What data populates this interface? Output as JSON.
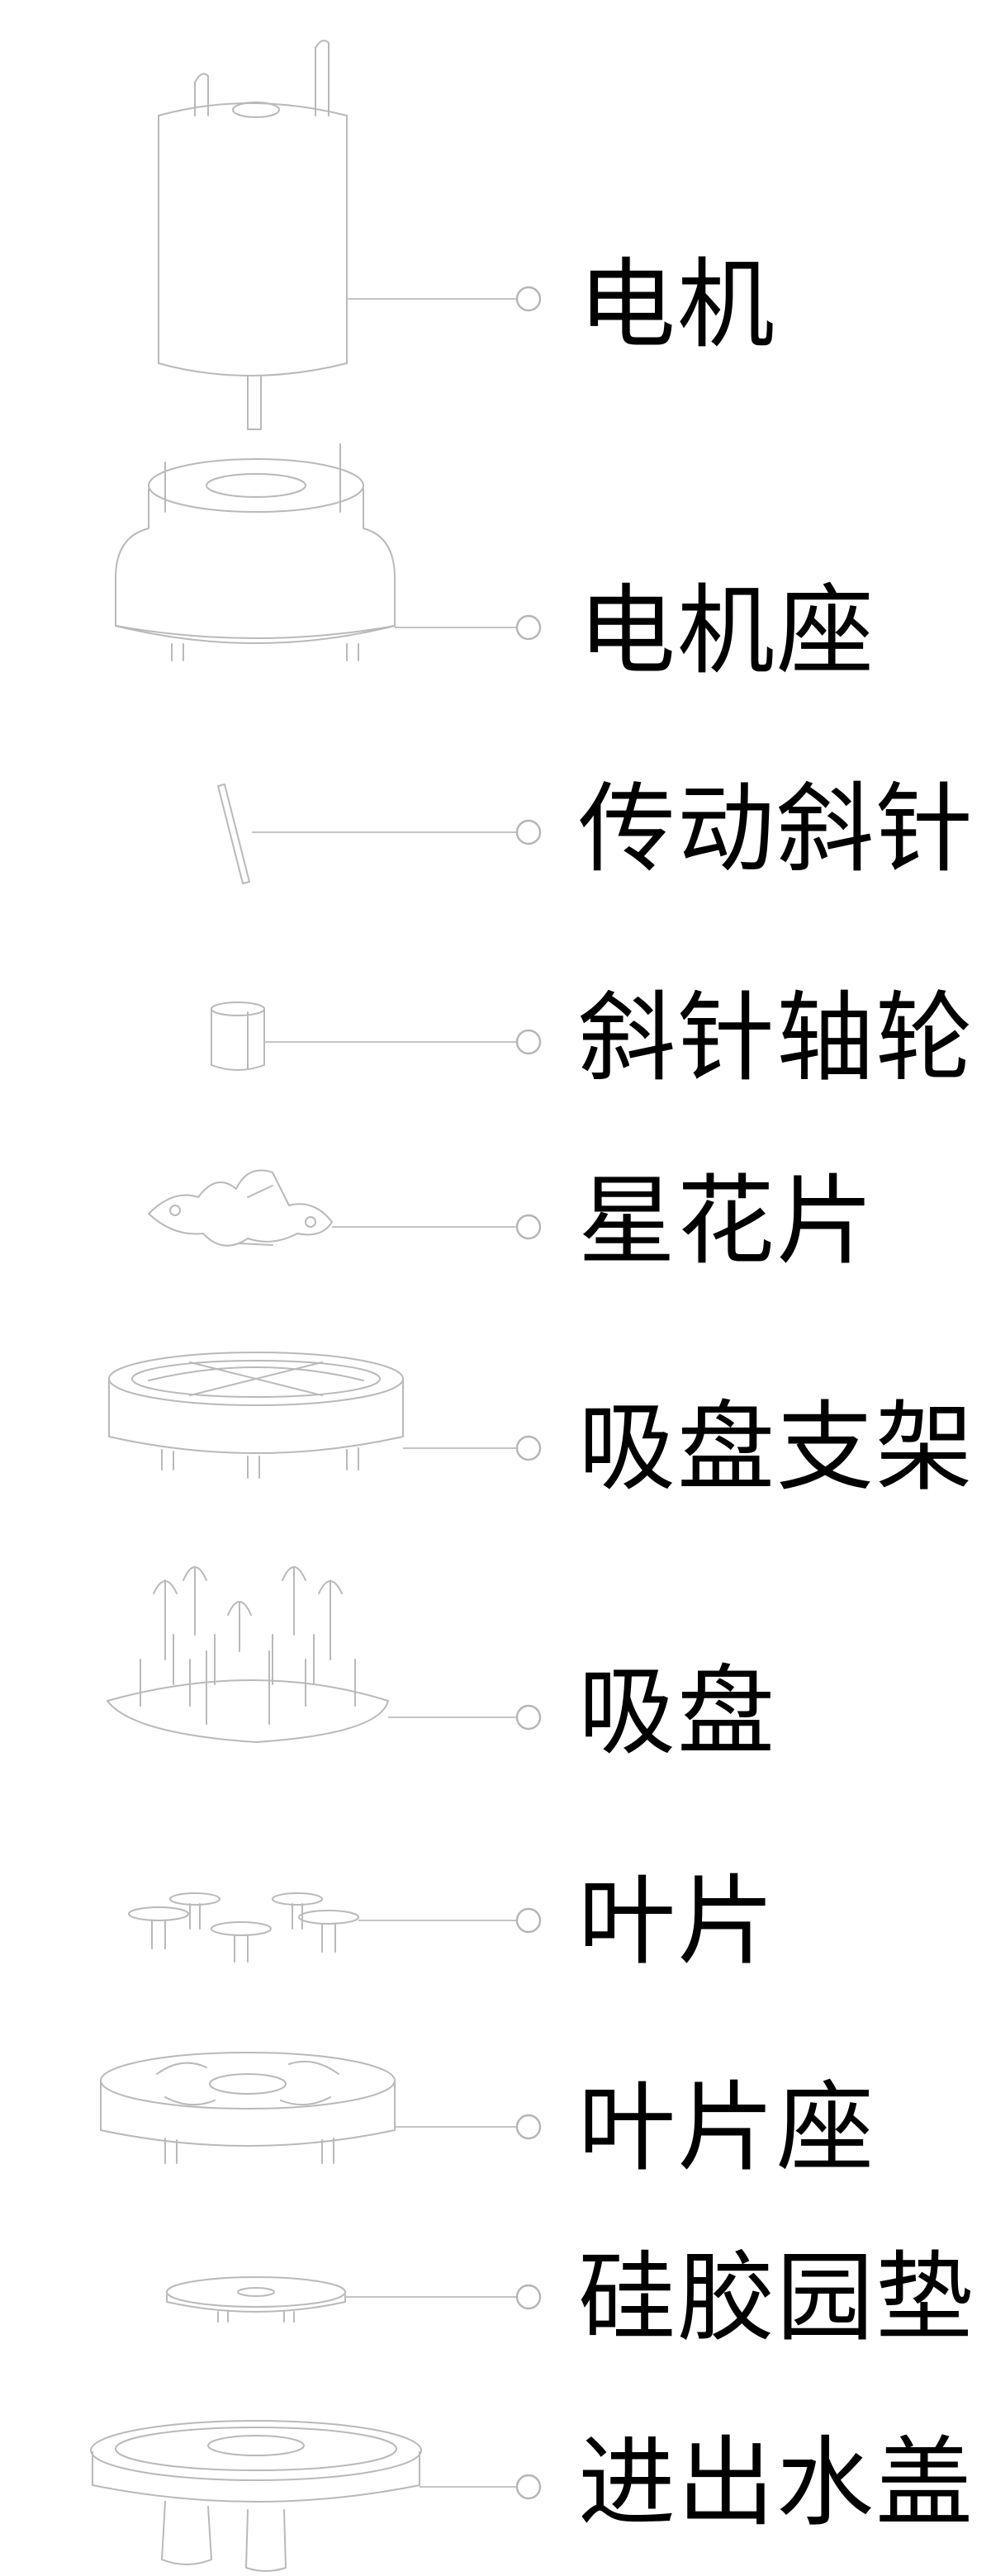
{
  "colors": {
    "label_text": "#000000",
    "line_art": "#b9b9b9",
    "leader": "#c4c4c4",
    "background": "#ffffff"
  },
  "parts": [
    {
      "id": "motor",
      "label": "电机"
    },
    {
      "id": "motor-seat",
      "label": "电机座"
    },
    {
      "id": "drive-pin",
      "label": "传动斜针"
    },
    {
      "id": "pin-axle-wheel",
      "label": "斜针轴轮"
    },
    {
      "id": "star-plate",
      "label": "星花片"
    },
    {
      "id": "suction-bracket",
      "label": "吸盘支架"
    },
    {
      "id": "suction-cup",
      "label": "吸盘"
    },
    {
      "id": "blade",
      "label": "叶片"
    },
    {
      "id": "blade-seat",
      "label": "叶片座"
    },
    {
      "id": "silicone-gasket",
      "label": "硅胶园垫"
    },
    {
      "id": "inlet-outlet-cover",
      "label": "进出水盖"
    }
  ]
}
